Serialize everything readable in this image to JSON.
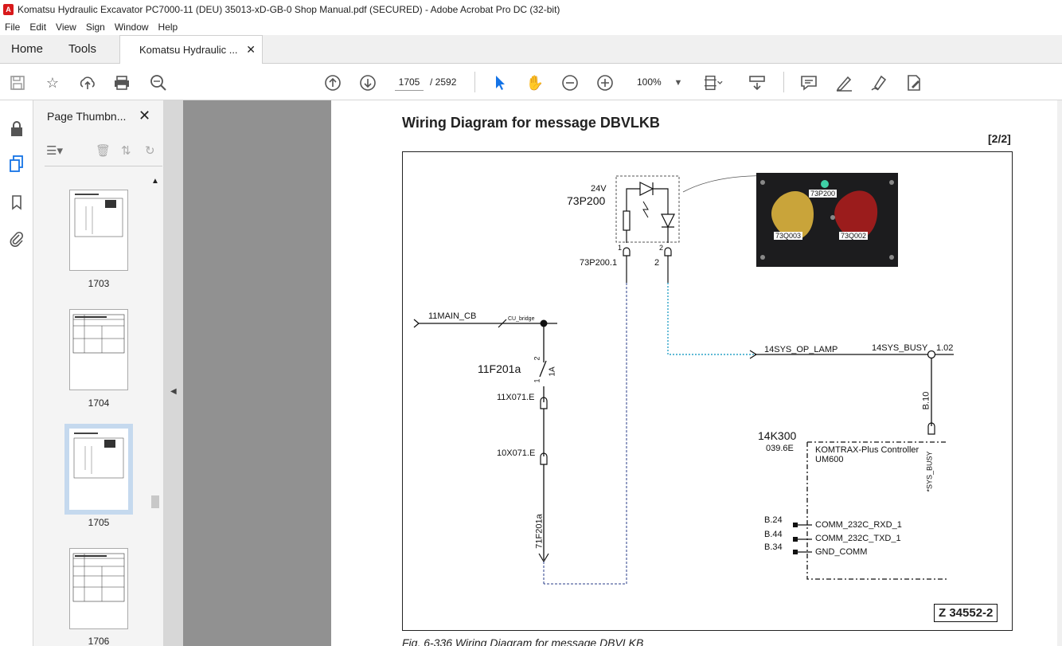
{
  "window": {
    "title": "Komatsu Hydraulic Excavator PC7000-11 (DEU) 35013-xD-GB-0 Shop Manual.pdf (SECURED) - Adobe Acrobat Pro DC (32-bit)"
  },
  "menu": [
    "File",
    "Edit",
    "View",
    "Sign",
    "Window",
    "Help"
  ],
  "tabs": {
    "home": "Home",
    "tools": "Tools",
    "document": "Komatsu Hydraulic ..."
  },
  "toolbar": {
    "current_page": "1705",
    "total_pages": "/ 2592",
    "zoom": "100%"
  },
  "thumbnails": {
    "title": "Page Thumbn...",
    "pages": [
      "1703",
      "1704",
      "1705",
      "1706"
    ]
  },
  "document": {
    "heading": "Wiring Diagram for message DBVLKB",
    "page_marker": "[2/2]",
    "caption": "Fig. 6-336     Wiring Diagram for message DBVLKB",
    "drawing_number": "Z 34552-2",
    "labels": {
      "v24": "24V",
      "lamp": "73P200",
      "pin1": "1",
      "pin2": "2",
      "lamp_pin": "73P200.1",
      "pin2b": "2",
      "main_cb": "11MAIN_CB",
      "cu_bridge": "CU_bridge",
      "fuse": "11F201a",
      "fuse_pin2": "2",
      "fuse_pin1": "1",
      "fuse_rating": "1A",
      "conn1": "11X071.E",
      "conn2": "10X071.E",
      "wire_label": "71F201a",
      "sys_op_lamp": "14SYS_OP_LAMP",
      "sys_busy": "14SYS_BUSY",
      "sys_busy_ref": "1.02",
      "b10": "B.10",
      "controller_id": "14K300",
      "controller_ref": "039.6E",
      "controller_name": "KOMTRAX-Plus Controller",
      "controller_model": "UM600",
      "sys_busy_pin": "*SYS_BUSY",
      "b24": "B.24",
      "b44": "B.44",
      "b34": "B.34",
      "rxd": "COMM_232C_RXD_1",
      "txd": "COMM_232C_TXD_1",
      "gnd": "GND_COMM",
      "photo_lamp": "73P200",
      "photo_q003": "73Q003",
      "photo_q002": "73Q002"
    }
  }
}
